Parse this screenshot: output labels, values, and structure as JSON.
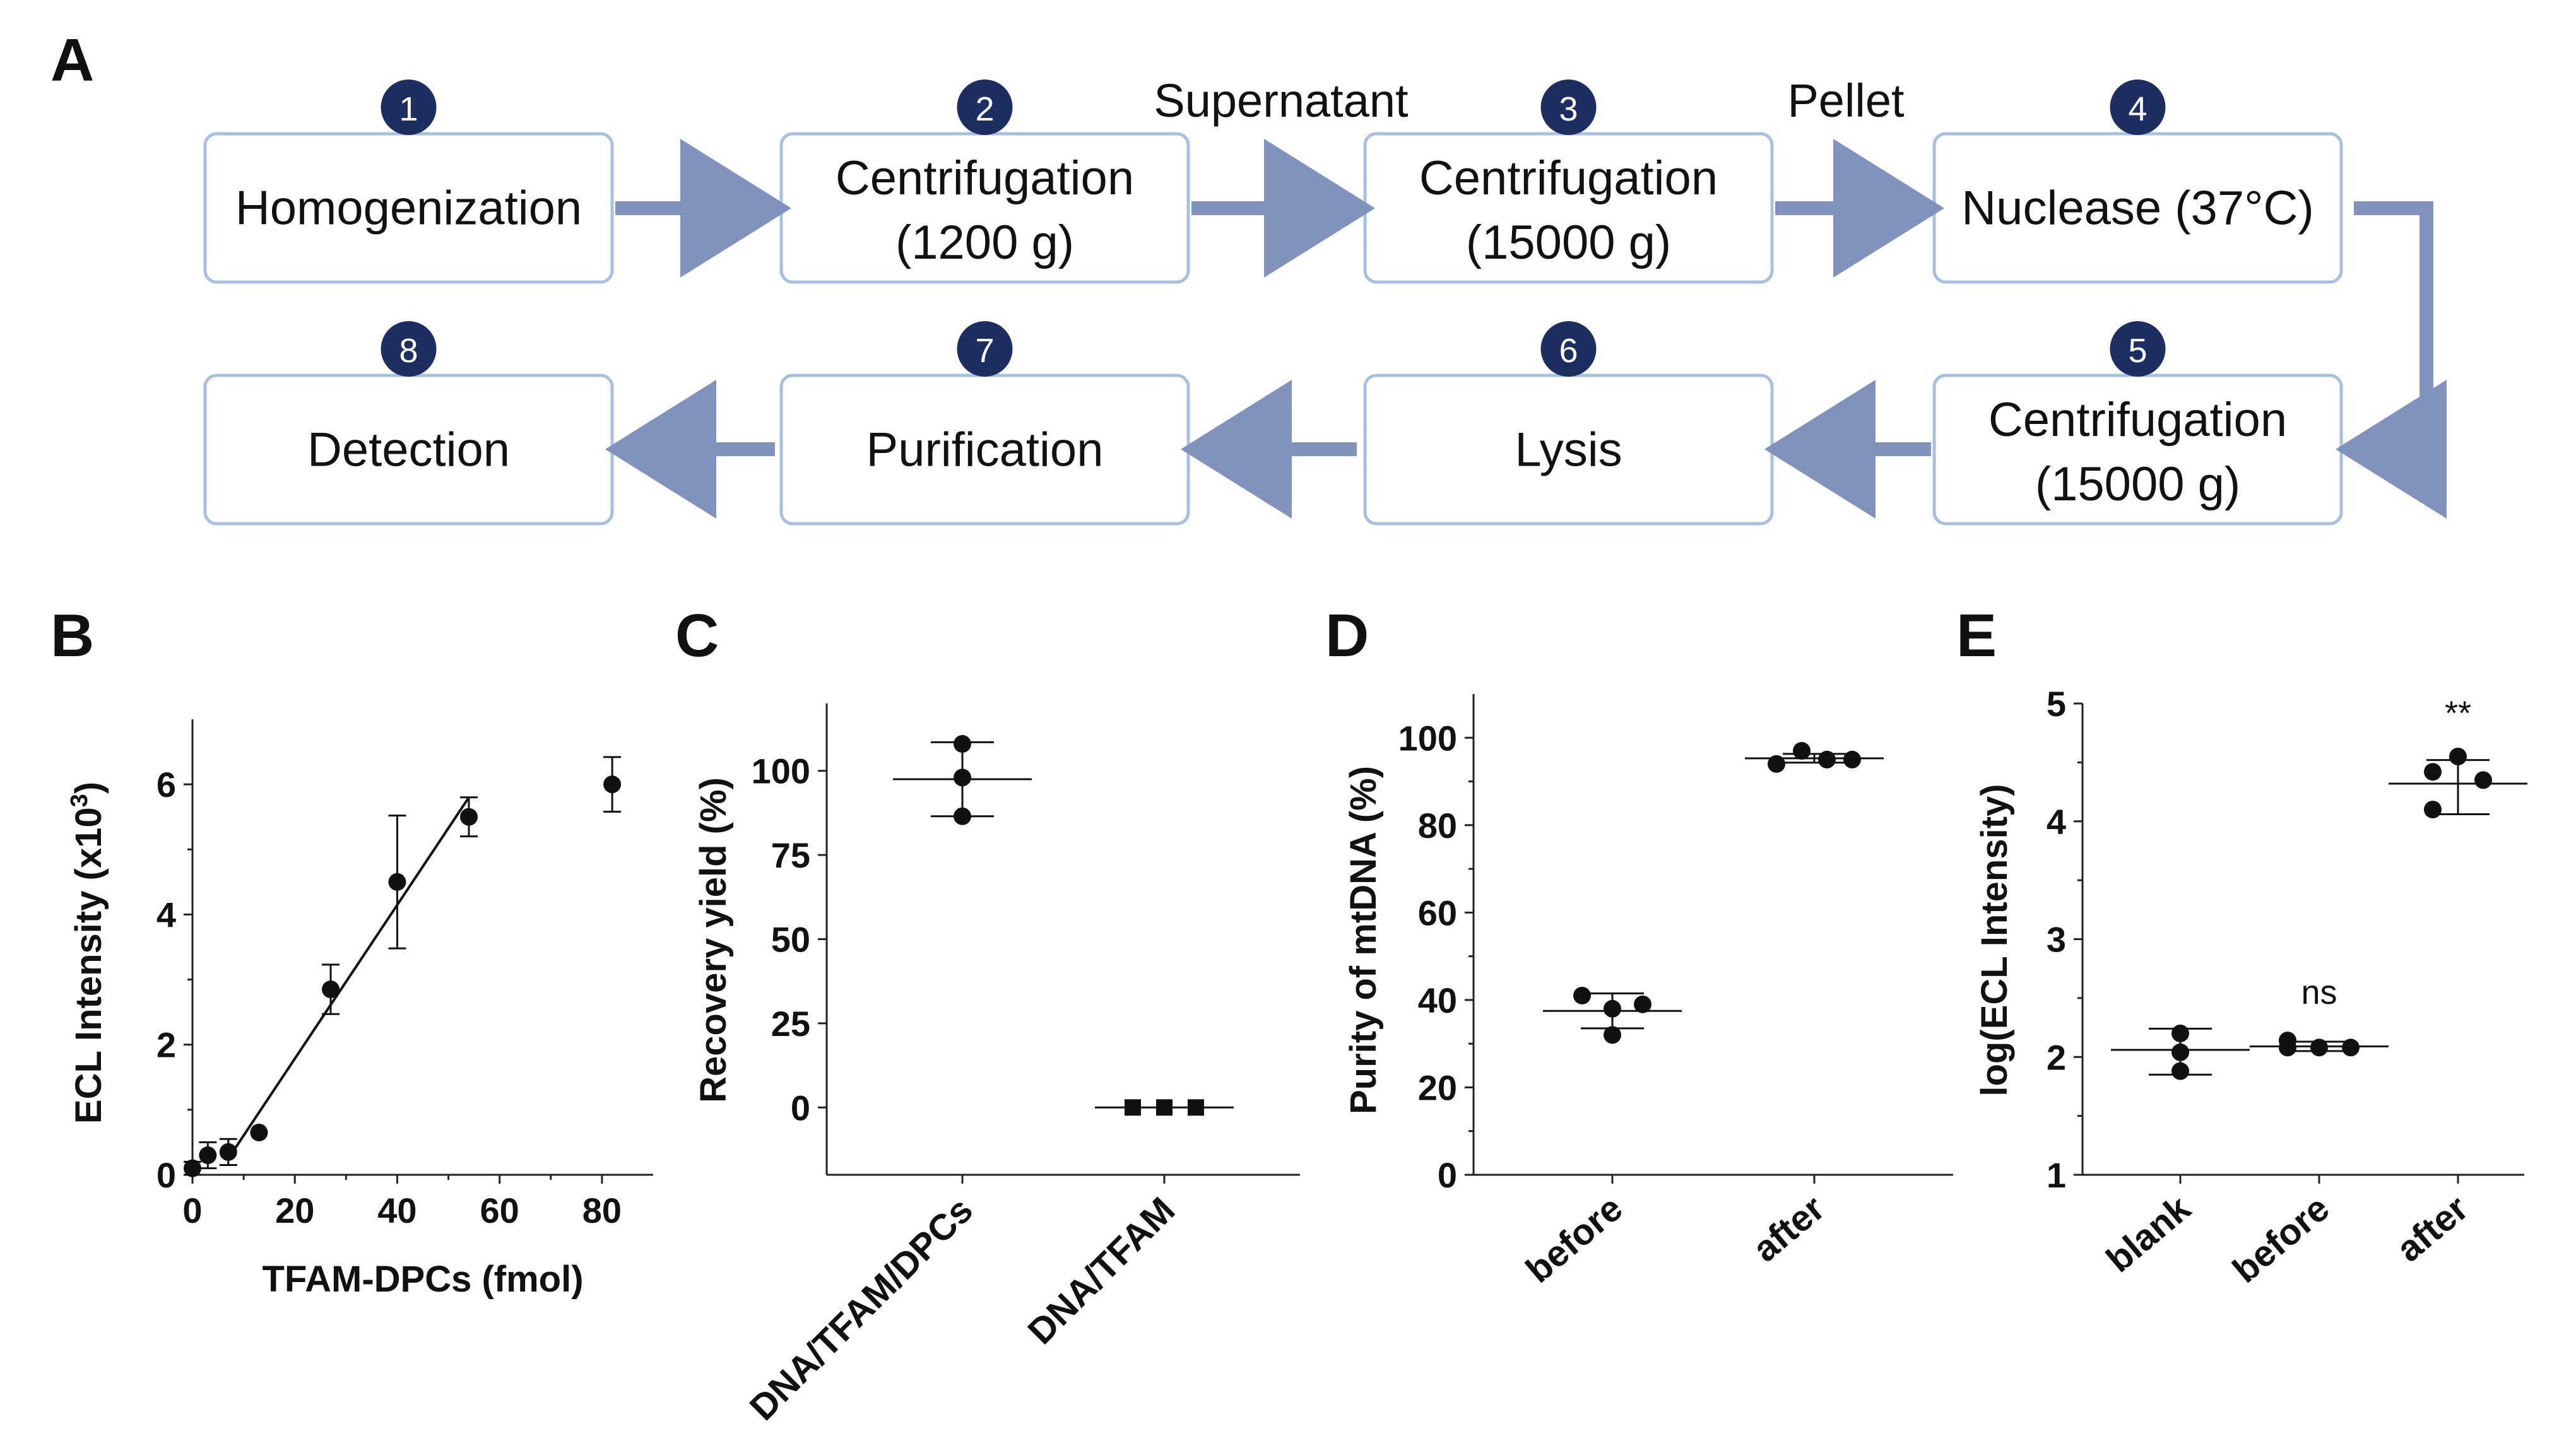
{
  "colors": {
    "box_border": "#a9bfe0",
    "arrow": "#8193bd",
    "badge": "#1e2e60",
    "ink": "#111111"
  },
  "flow": {
    "panel_label": "A",
    "steps": [
      {
        "number": "1",
        "lines": [
          "Homogenization"
        ]
      },
      {
        "number": "2",
        "lines": [
          "Centrifugation",
          "(1200 g)"
        ]
      },
      {
        "number": "3",
        "lines": [
          "Centrifugation",
          "(15000 g)"
        ]
      },
      {
        "number": "4",
        "lines": [
          "Nuclease (37°C)"
        ]
      },
      {
        "number": "5",
        "lines": [
          "Centrifugation",
          "(15000 g)"
        ]
      },
      {
        "number": "6",
        "lines": [
          "Lysis"
        ]
      },
      {
        "number": "7",
        "lines": [
          "Purification"
        ]
      },
      {
        "number": "8",
        "lines": [
          "Detection"
        ]
      }
    ],
    "connector_labels": [
      "Supernatant",
      "Pellet"
    ]
  },
  "chart_data": [
    {
      "panel": "B",
      "type": "scatter",
      "xlabel": "TFAM-DPCs (fmol)",
      "ylabel_main": "ECL Intensity (x10",
      "ylabel_sup": "3",
      "ylabel_end": ")",
      "xlim": [
        0,
        90
      ],
      "ylim": [
        0,
        7
      ],
      "xticks": [
        0,
        20,
        40,
        60,
        80
      ],
      "yticks": [
        0,
        2,
        4,
        6
      ],
      "points": [
        {
          "x": 0,
          "y": 0.1,
          "err": 0.1
        },
        {
          "x": 3,
          "y": 0.3,
          "err": 0.2
        },
        {
          "x": 7,
          "y": 0.35,
          "err": 0.2
        },
        {
          "x": 13,
          "y": 0.65,
          "err": 0
        },
        {
          "x": 27,
          "y": 2.85,
          "err": 0.38
        },
        {
          "x": 40,
          "y": 4.5,
          "err": 1.02
        },
        {
          "x": 54,
          "y": 5.5,
          "err": 0.3
        },
        {
          "x": 82,
          "y": 6.0,
          "err": 0.42
        }
      ],
      "fit_line": {
        "x": [
          7,
          54
        ],
        "y": [
          0.25,
          5.8
        ]
      }
    },
    {
      "panel": "C",
      "type": "scatter",
      "xlabel": "",
      "ylabel": "Recovery yield (%)",
      "ylim": [
        -20,
        120
      ],
      "yticks": [
        0,
        25,
        50,
        75,
        100
      ],
      "categories": [
        "DNA/TFAM/DPCs",
        "DNA/TFAM"
      ],
      "groups": [
        {
          "values": [
            108,
            98,
            86.5
          ],
          "mean": 97.5,
          "sd": [
            86.5,
            108.5
          ],
          "marker": "circle",
          "offsets": [
            0,
            0,
            0
          ]
        },
        {
          "values": [
            0,
            0,
            0
          ],
          "mean": 0,
          "sd": [
            0,
            0
          ],
          "marker": "square",
          "offsets": [
            -1,
            0,
            1
          ]
        }
      ]
    },
    {
      "panel": "D",
      "type": "scatter",
      "xlabel": "",
      "ylabel": "Purity of mtDNA (%)",
      "ylim": [
        0,
        110
      ],
      "yticks": [
        0,
        20,
        40,
        60,
        80,
        100
      ],
      "categories": [
        "before",
        "after"
      ],
      "groups": [
        {
          "values": [
            41,
            38,
            39,
            32
          ],
          "mean": 37.5,
          "sd": [
            33.5,
            41.5
          ],
          "marker": "circle",
          "offsets": [
            -1.2,
            0,
            1.2,
            0
          ]
        },
        {
          "values": [
            94,
            97,
            95,
            95
          ],
          "mean": 95.3,
          "sd": [
            94.3,
            96.3
          ],
          "marker": "circle",
          "offsets": [
            -1.5,
            -0.5,
            0.5,
            1.5
          ]
        }
      ]
    },
    {
      "panel": "E",
      "type": "scatter",
      "xlabel": "",
      "ylabel": "log(ECL Intensity)",
      "ylim": [
        1,
        5
      ],
      "yticks": [
        1,
        2,
        3,
        4,
        5
      ],
      "categories": [
        "blank",
        "before",
        "after"
      ],
      "groups": [
        {
          "values": [
            2.2,
            2.04,
            1.88
          ],
          "mean": 2.06,
          "sd": [
            1.85,
            2.24
          ],
          "marker": "circle",
          "offsets": [
            0,
            0,
            0
          ]
        },
        {
          "values": [
            2.14,
            2.08,
            2.08,
            2.08
          ],
          "mean": 2.09,
          "sd": [
            2.05,
            2.13
          ],
          "marker": "circle",
          "offsets": [
            -1,
            -1,
            0,
            1
          ]
        },
        {
          "values": [
            4.55,
            4.42,
            4.35,
            4.1
          ],
          "mean": 4.32,
          "sd": [
            4.06,
            4.52
          ],
          "marker": "circle",
          "offsets": [
            0,
            -0.8,
            0.8,
            -0.8
          ]
        }
      ],
      "annotations": [
        "ns",
        "**"
      ]
    }
  ]
}
